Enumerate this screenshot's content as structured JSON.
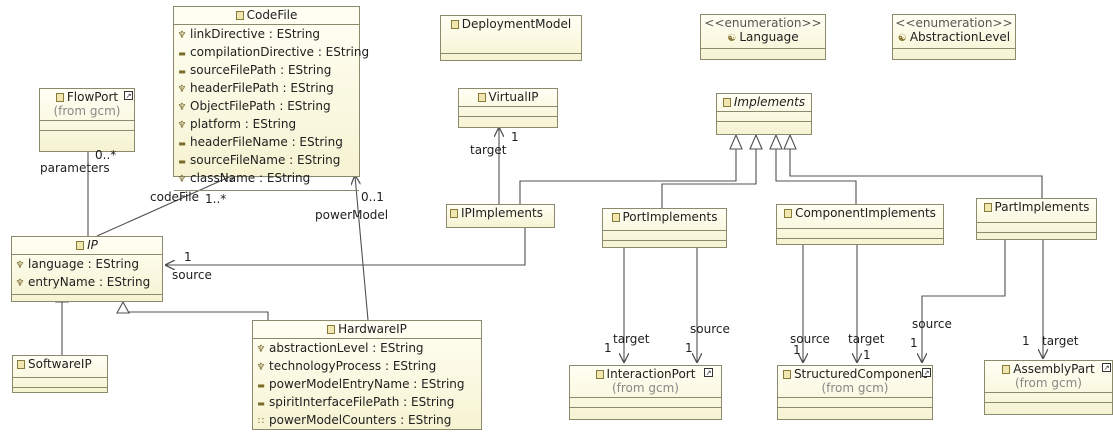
{
  "classes": {
    "codefile": {
      "name": "CodeFile",
      "attributes": [
        {
          "vis": "pkg",
          "text": "linkDirective : EString"
        },
        {
          "vis": "pri",
          "text": "compilationDirective : EString"
        },
        {
          "vis": "pri",
          "text": "sourceFilePath : EString"
        },
        {
          "vis": "pkg",
          "text": "headerFilePath : EString"
        },
        {
          "vis": "pkg",
          "text": "ObjectFilePath : EString"
        },
        {
          "vis": "pkg",
          "text": "platform : EString"
        },
        {
          "vis": "pri",
          "text": "headerFileName : EString"
        },
        {
          "vis": "pri",
          "text": "sourceFileName : EString"
        },
        {
          "vis": "pkg",
          "text": "className : EString"
        }
      ]
    },
    "deploymentmodel": {
      "name": "DeploymentModel"
    },
    "language": {
      "stereotype": "<<enumeration>>",
      "name": "Language"
    },
    "abstractionlevel": {
      "stereotype": "<<enumeration>>",
      "name": "AbstractionLevel"
    },
    "flowport": {
      "name": "FlowPort",
      "from": "(from gcm)"
    },
    "virtualip": {
      "name": "VirtualIP"
    },
    "implements": {
      "name": "Implements"
    },
    "ipimplements": {
      "name": "IPImplements"
    },
    "portimplements": {
      "name": "PortImplements"
    },
    "componentimplements": {
      "name": "ComponentImplements"
    },
    "partimplements": {
      "name": "PartImplements"
    },
    "ip": {
      "name": "IP",
      "attributes": [
        {
          "vis": "pkg",
          "text": "language : EString"
        },
        {
          "vis": "pkg",
          "text": "entryName : EString"
        }
      ]
    },
    "softwareip": {
      "name": "SoftwareIP"
    },
    "hardwareip": {
      "name": "HardwareIP",
      "attributes": [
        {
          "vis": "pkg",
          "text": "abstractionLevel : EString"
        },
        {
          "vis": "pkg",
          "text": "technologyProcess : EString"
        },
        {
          "vis": "pri",
          "text": "powerModelEntryName : EString"
        },
        {
          "vis": "pri",
          "text": "spiritInterfaceFilePath : EString"
        },
        {
          "vis": "list",
          "text": "powerModelCounters : EString"
        }
      ]
    },
    "interactionport": {
      "name": "InteractionPort",
      "from": "(from gcm)"
    },
    "structuredcomponent": {
      "name": "StructuredComponent",
      "from": "(from gcm)"
    },
    "assemblypart": {
      "name": "AssemblyPart",
      "from": "(from gcm)"
    }
  },
  "labels": {
    "flowport_mult": "0..*",
    "parameters": "parameters",
    "codefile_role": "codeFile",
    "codefile_mult": "1..*",
    "codefile_top_mult": "0..1",
    "powermodel": "powerModel",
    "virtualip_mult": "1",
    "virtualip_target": "target",
    "ip_mult": "1",
    "ip_source": "source",
    "pi_target": "target",
    "pi_target_mult": "1",
    "pi_source": "source",
    "pi_source_mult": "1",
    "ci_source": "source",
    "ci_source_mult": "1",
    "ci_target": "target",
    "ci_target_mult": "1",
    "pa_source": "source",
    "pa_source_mult": "1",
    "pa_target_mult": "1",
    "pa_target": "target"
  },
  "colors": {
    "box_border": "#8c8a6c",
    "box_fill_top": "#fffff4",
    "box_fill_bottom": "#f6f3d2",
    "edge": "#505050"
  }
}
